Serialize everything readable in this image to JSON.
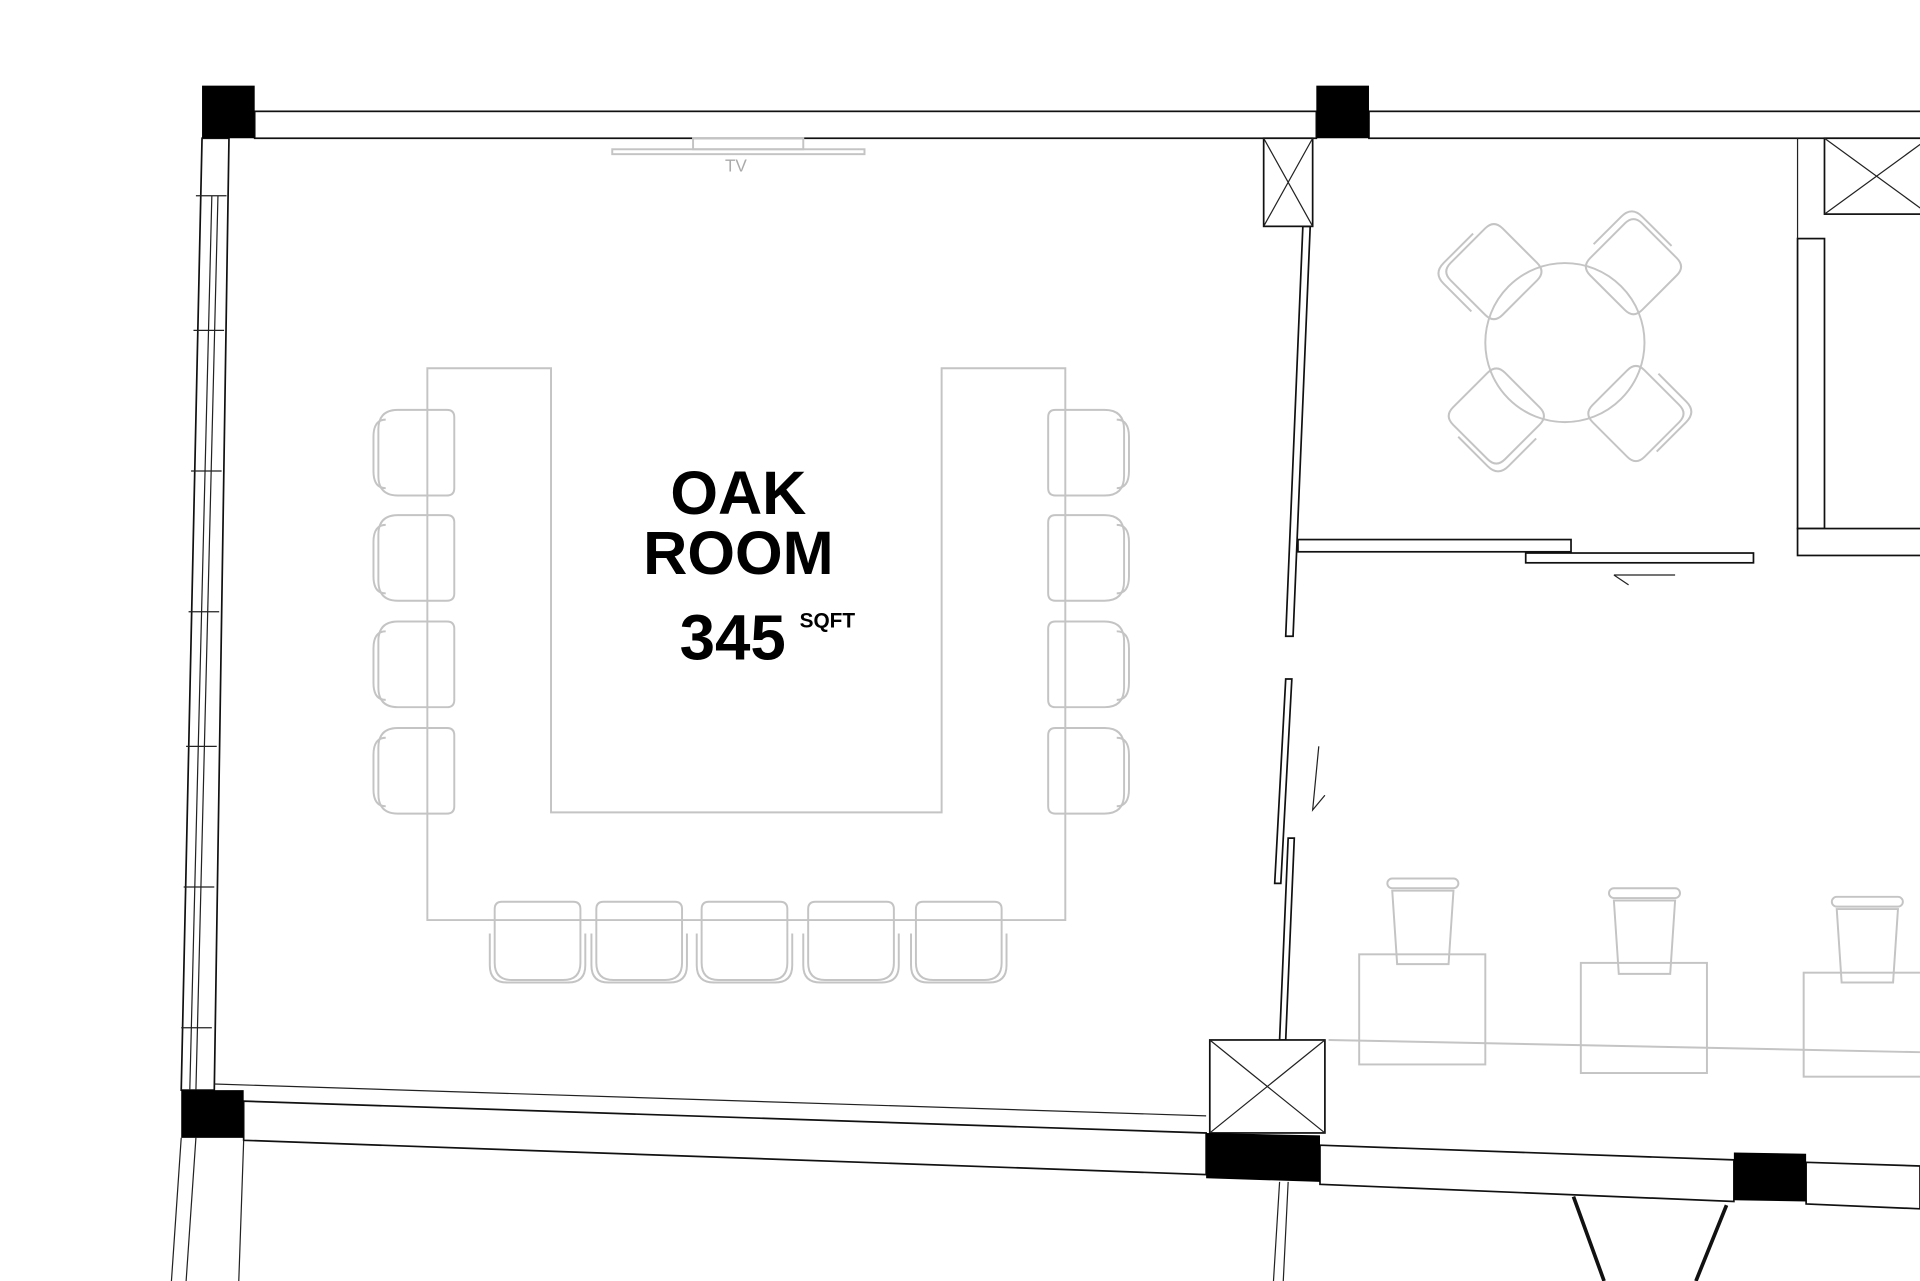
{
  "room": {
    "name_line1": "OAK",
    "name_line2": "ROOM",
    "area": "345",
    "area_unit": "SQFT"
  },
  "fixtures": {
    "tv_label": "TV"
  },
  "colors": {
    "wall": "#111111",
    "furniture": "#c4c4c4",
    "column": "#000000"
  }
}
